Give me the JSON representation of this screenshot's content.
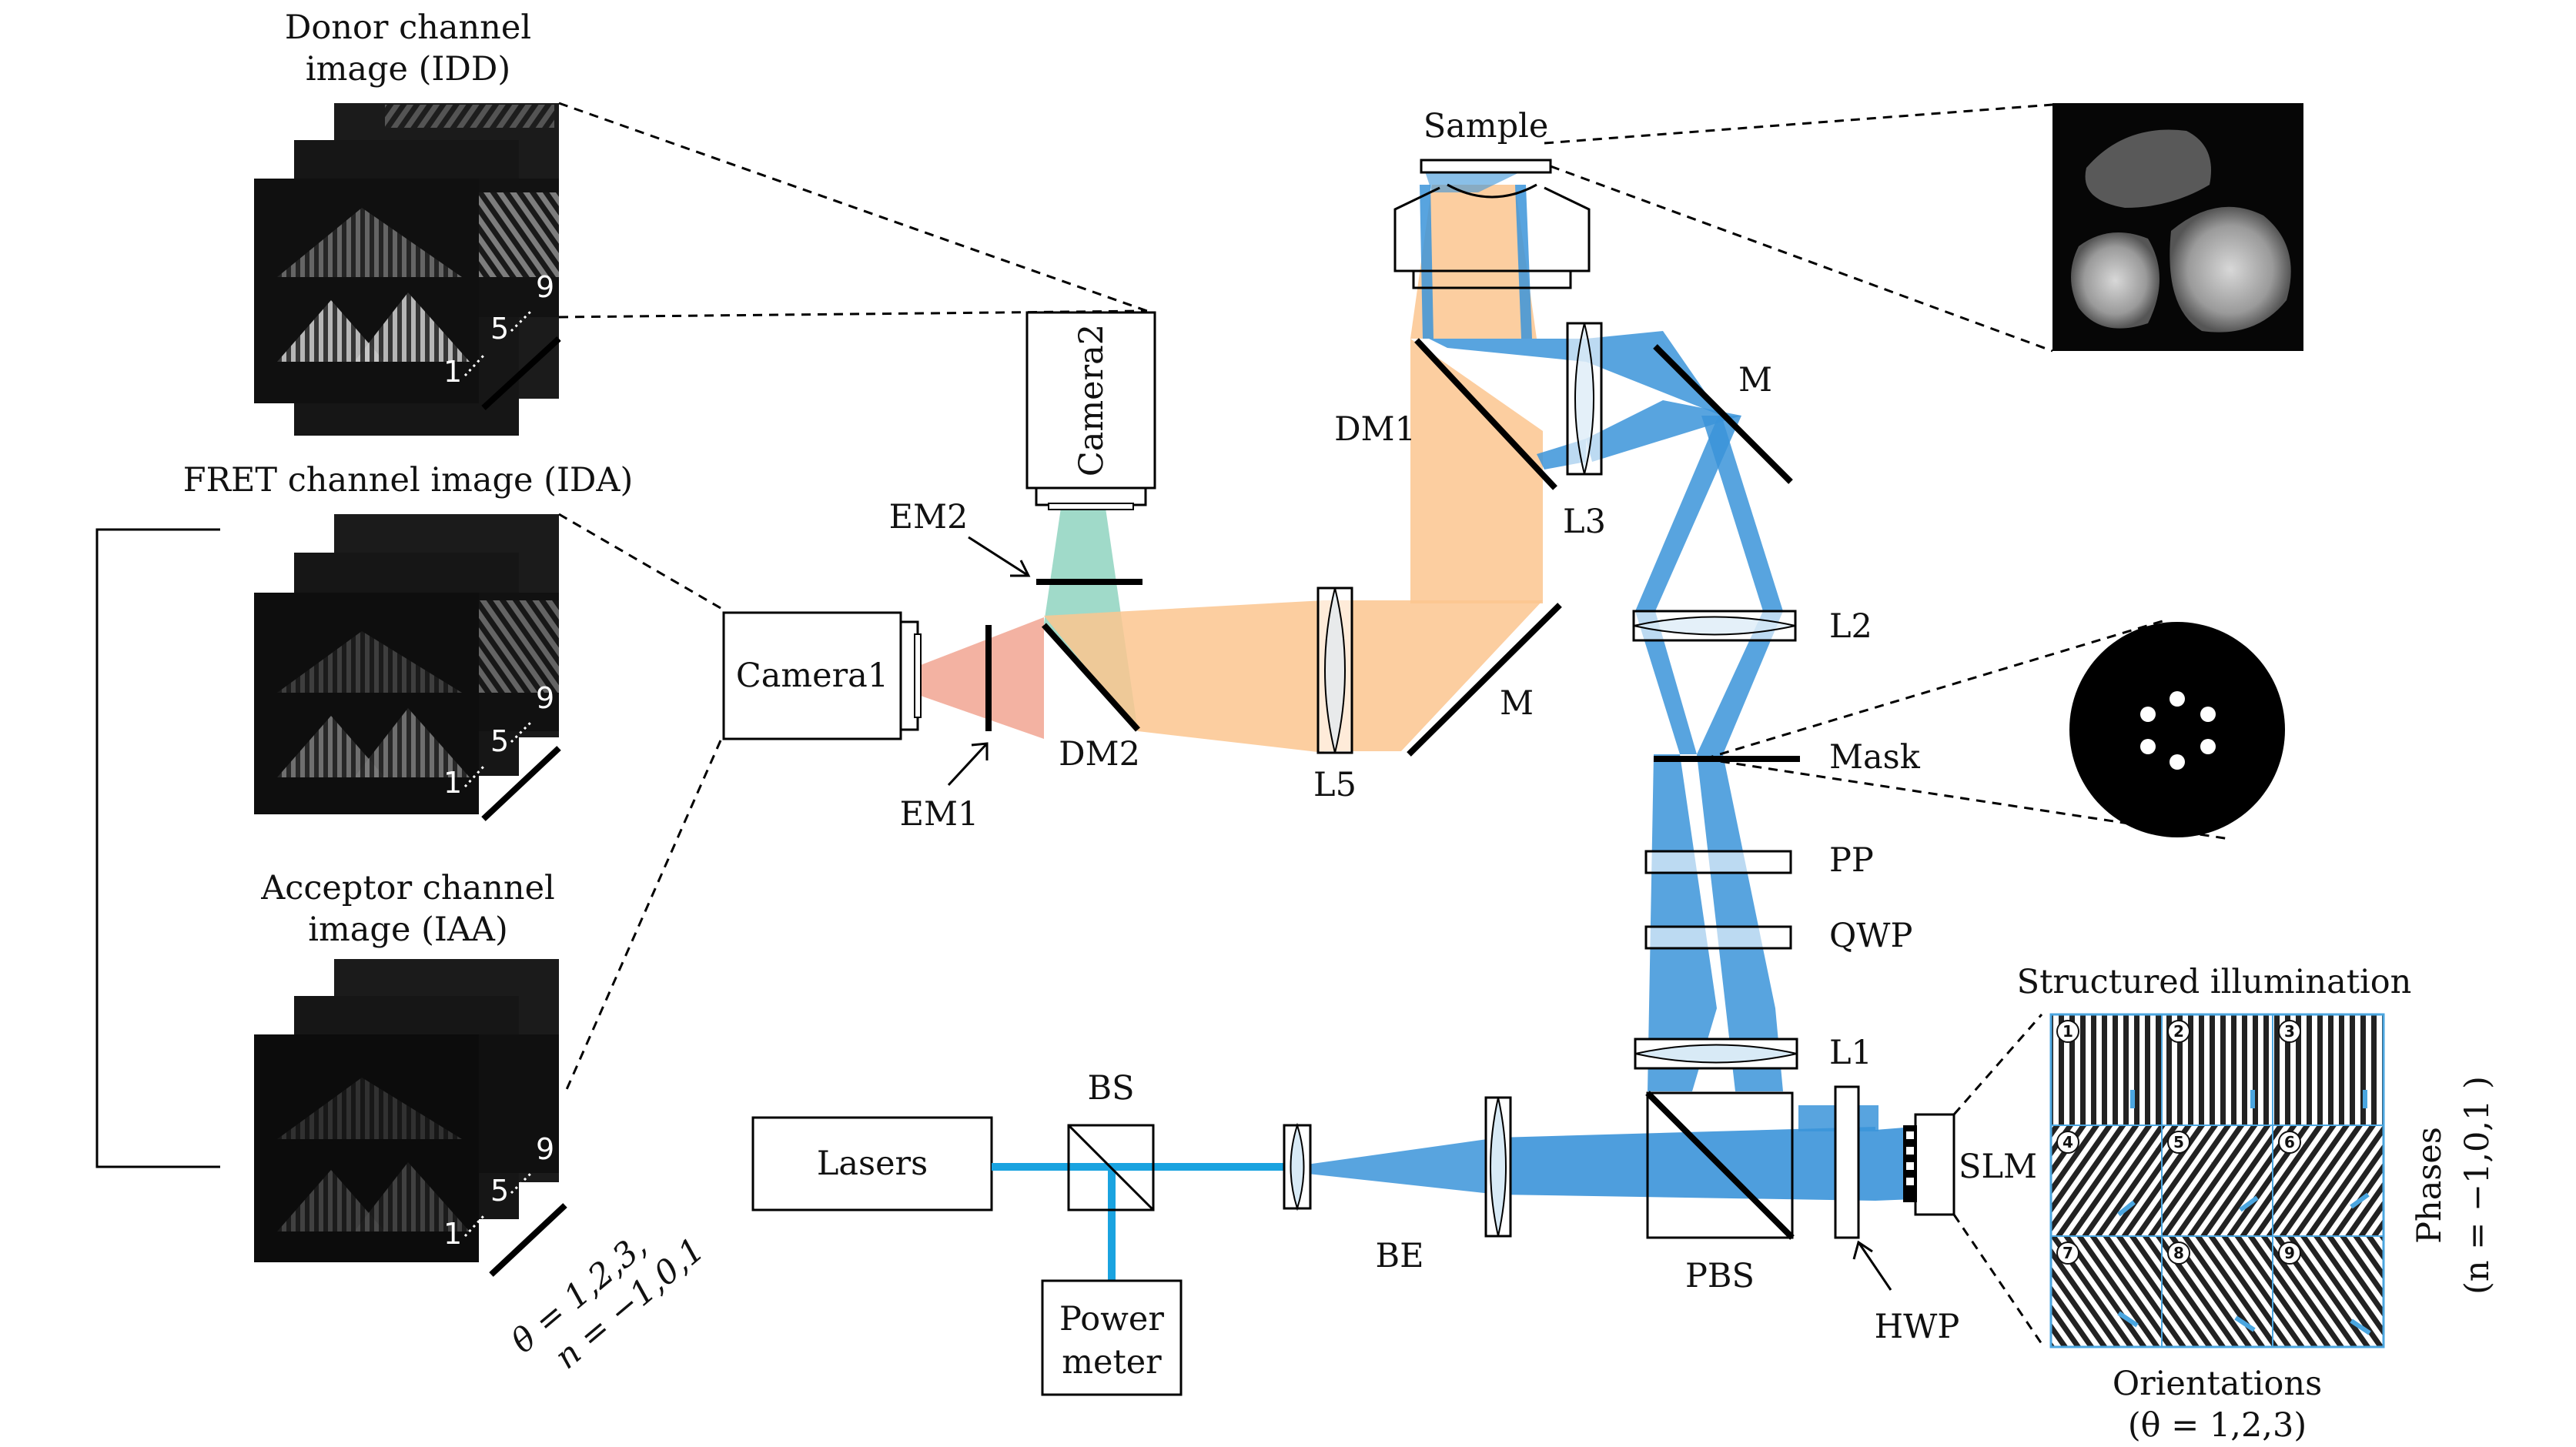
{
  "labels": {
    "donor_title_1": "Donor channel",
    "donor_title_2": "image (IDD)",
    "fret_title": "FRET channel image (IDA)",
    "acceptor_title_1": "Acceptor channel",
    "acceptor_title_2": "image (IAA)",
    "stack_num_1": "1",
    "stack_num_5": "5",
    "stack_num_9": "9",
    "theta_label": "θ = 1,2,3,",
    "n_label": "n = −1,0,1",
    "camera1": "Camera1",
    "camera2": "Camera2",
    "em1": "EM1",
    "em2": "EM2",
    "dm1": "DM1",
    "dm2": "DM2",
    "l1": "L1",
    "l2": "L2",
    "l3": "L3",
    "l5": "L5",
    "m_top": "M",
    "m_mid": "M",
    "sample": "Sample",
    "mask": "Mask",
    "pp": "PP",
    "qwp": "QWP",
    "pbs": "PBS",
    "hwp": "HWP",
    "slm": "SLM",
    "be": "BE",
    "bs": "BS",
    "lasers": "Lasers",
    "power_meter_1": "Power",
    "power_meter_2": "meter",
    "structured_illumination": "Structured illumination",
    "orientations_1": "Orientations",
    "orientations_2": "(θ = 1,2,3)",
    "phases": "Phases",
    "phases_n": "(n = −1,0,1 )"
  },
  "pattern_panels": [
    "1",
    "2",
    "3",
    "4",
    "5",
    "6",
    "7",
    "8",
    "9"
  ],
  "colors": {
    "beam_blue": "#3b94d9",
    "beam_blue_light": "#8cc3ec",
    "beam_orange": "#fbc58f",
    "beam_red": "#f1a592",
    "beam_green": "#8fd3bf",
    "laser_line": "#1aa3e0",
    "panel_border": "#4ba6e0"
  }
}
